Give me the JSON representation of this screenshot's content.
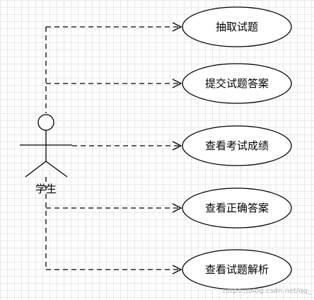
{
  "actor": {
    "label": "学生"
  },
  "use_cases": [
    {
      "label": "抽取试题"
    },
    {
      "label": "提交试题答案"
    },
    {
      "label": "查看考试成绩"
    },
    {
      "label": "查看正确答案"
    },
    {
      "label": "查看试题解析"
    }
  ],
  "watermark": "https://blog.csdn.net/qq_"
}
